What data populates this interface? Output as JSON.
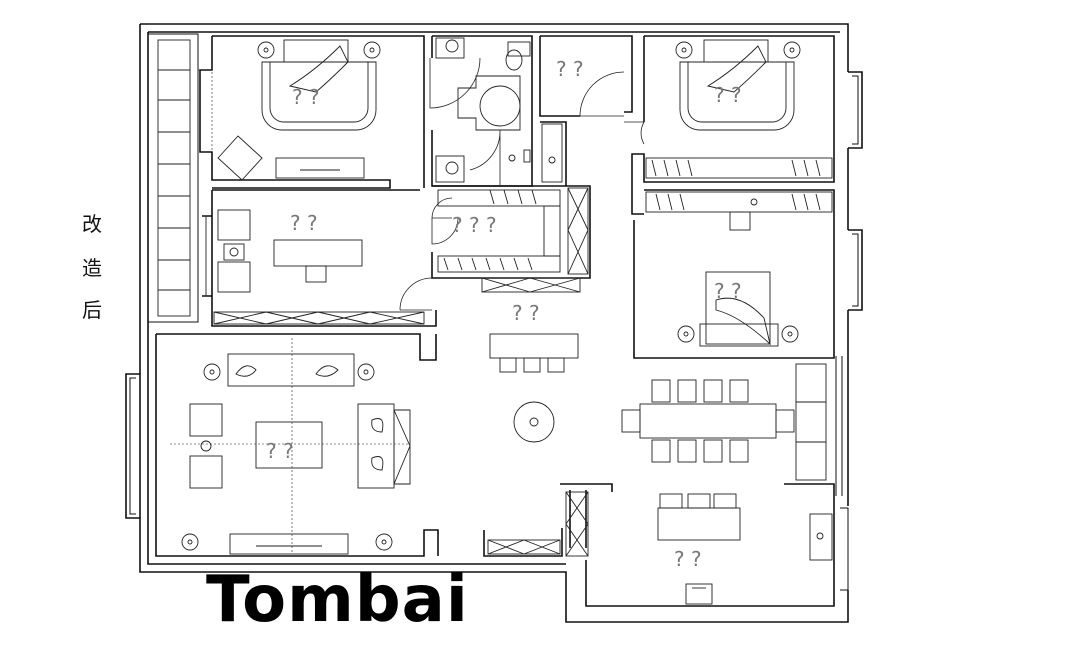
{
  "side_label": [
    "改",
    "造",
    "后"
  ],
  "brand": "Tombai",
  "rooms": {
    "bedroom_nw": "? ?",
    "study": "? ?",
    "storage": "? ?",
    "closet": "? ? ?",
    "bedroom_ne": "? ?",
    "bedroom_e": "? ?",
    "bar": "? ?",
    "living": "? ?",
    "kitchen": "? ?"
  }
}
